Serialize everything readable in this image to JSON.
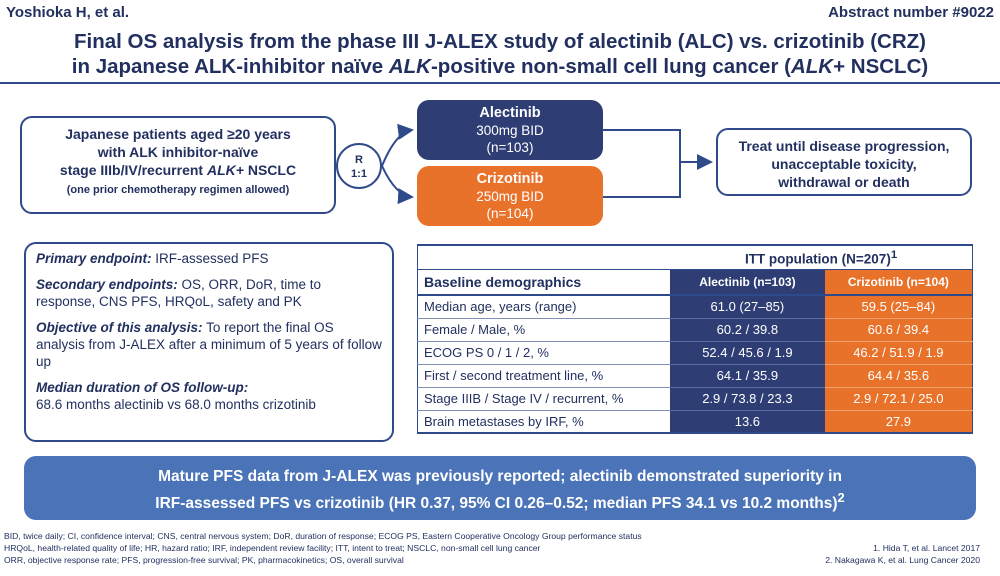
{
  "header": {
    "authors": "Yoshioka H, et al.",
    "abstract": "Abstract number #9022",
    "title_line1": "Final OS analysis from the phase III J-ALEX study of alectinib (ALC) vs. crizotinib (CRZ)",
    "title_line2_a": "in Japanese ALK-inhibitor naïve ",
    "title_line2_b": "ALK",
    "title_line2_c": "-positive non-small cell lung cancer (",
    "title_line2_d": "ALK",
    "title_line2_e": "+ NSCLC)"
  },
  "schema": {
    "patients_line1": "Japanese patients aged ≥20 years",
    "patients_line2": "with ALK inhibitor-naïve",
    "patients_line3a": "stage IIIb/IV/recurrent ",
    "patients_line3b": "ALK+",
    "patients_line3c": " NSCLC",
    "patients_note": "(one prior chemotherapy regimen allowed)",
    "randomization_line1": "R",
    "randomization_line2": "1:1",
    "arm1_name": "Alectinib",
    "arm1_dose": "300mg BID",
    "arm1_n": "(n=103)",
    "arm2_name": "Crizotinib",
    "arm2_dose": "250mg BID",
    "arm2_n": "(n=104)",
    "treat_line1": "Treat until disease progression,",
    "treat_line2": "unacceptable toxicity,",
    "treat_line3": "withdrawal or death"
  },
  "endpoints": {
    "primary_label": "Primary endpoint:",
    "primary_text": " IRF-assessed PFS",
    "secondary_label": "Secondary endpoints:",
    "secondary_text": " OS, ORR, DoR, time to response, CNS PFS, HRQoL, safety and PK",
    "objective_label": "Objective of this analysis:",
    "objective_text": " To report the final OS analysis from J-ALEX after a minimum of 5 years of follow up",
    "followup_label": "Median duration of OS follow-up:",
    "followup_text": "68.6 months alectinib vs 68.0 months crizotinib"
  },
  "table": {
    "population": "ITT population (N=207)",
    "population_sup": "1",
    "col_label": "Baseline demographics",
    "col_alc": "Alectinib (n=103)",
    "col_crz": "Crizotinib (n=104)",
    "rows": [
      {
        "label": "Median age, years (range)",
        "alc": "61.0 (27–85)",
        "crz": "59.5 (25–84)"
      },
      {
        "label": "Female / Male, %",
        "alc": "60.2 / 39.8",
        "crz": "60.6 / 39.4"
      },
      {
        "label": "ECOG PS 0 / 1 / 2, %",
        "alc": "52.4 / 45.6 / 1.9",
        "crz": "46.2 / 51.9 / 1.9"
      },
      {
        "label": "First / second treatment line, %",
        "alc": "64.1 / 35.9",
        "crz": "64.4 / 35.6"
      },
      {
        "label": "Stage IIIB / Stage IV / recurrent, %",
        "alc": "2.9 / 73.8 / 23.3",
        "crz": "2.9 / 72.1 / 25.0"
      },
      {
        "label": "Brain metastases by IRF, %",
        "alc": "13.6",
        "crz": "27.9"
      }
    ]
  },
  "banner": {
    "line1": "Mature PFS data from J-ALEX was previously reported; alectinib demonstrated superiority in",
    "line2": "IRF-assessed PFS vs crizotinib (HR 0.37, 95% CI 0.26–0.52; median PFS 34.1 vs 10.2 months)",
    "sup": "2"
  },
  "footnotes": {
    "line1": "BID, twice daily; CI, confidence interval; CNS, central nervous system; DoR, duration of response; ECOG PS, Eastern Cooperative Oncology Group performance status",
    "line2": "HRQoL, health-related quality of life; HR, hazard ratio; IRF, independent review facility; ITT, intent to treat; NSCLC, non-small cell lung cancer",
    "line3": "ORR, objective response rate; PFS, progression-free survival; PK, pharmacokinetics; OS, overall survival",
    "ref1": "1. Hida T, et al. Lancet 2017",
    "ref2": "2. Nakagawa K, et al. Lung Cancer 2020"
  },
  "colors": {
    "navy": "#2e3d73",
    "orange": "#e8722a",
    "banner_blue": "#4b74b8"
  }
}
